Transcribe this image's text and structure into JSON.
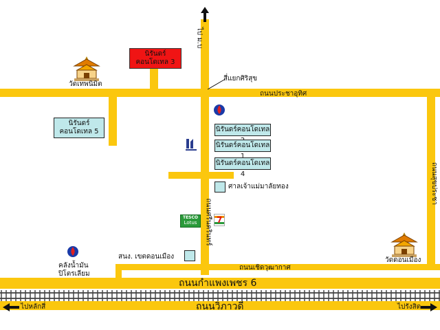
{
  "roads": {
    "north_south": "ถนนศรีนครินทร์",
    "road_top": "ถนนประชาอุทิศ",
    "road_right": "ถนนสุขประชา",
    "road_bottom_small": "ถนนเชิดวุฒากาศ",
    "road_main": "ถนนกำแพงเพชร 6",
    "road_vibhavadi": "ถนนวิภาวดี",
    "top_arrow_label": "ไป ม.บ"
  },
  "places": {
    "junction": "สี่แยกศิริสุข",
    "temple_left": "วัดเทพนิมิต",
    "temple_right": "วัดดอนเมือง",
    "condo3": [
      "นิรันดร์",
      "คอนโดเทล 3"
    ],
    "condo5": [
      "นิรันดร์",
      "คอนโดเทล 5"
    ],
    "condo2": "นิรันดร์คอนโดเทล 2",
    "condo1": "นิรันดร์คอนโดเทล 1",
    "condo4": "นิรันดร์คอนโดเทล 4",
    "shrine": "ศาลเจ้าแม่มาลัยทอง",
    "office": "สนง. เขตดอนเมือง",
    "oil_depot": [
      "คลังน้ำมัน",
      "ปิโตรเลียม"
    ],
    "tesco": [
      "TESCO",
      "Lotus"
    ],
    "seven": "7"
  },
  "directions": {
    "left": "ไปหลักสี่",
    "right": "ไปรังสิต"
  },
  "colors": {
    "road": "#fbc70e",
    "box": "#bfe8ea",
    "condo3_box": "#f01414",
    "rail": "#555555"
  },
  "icons": [
    "temple-icon",
    "gas-station-icon",
    "hotel-logo-icon",
    "tesco-lotus-icon",
    "seven-eleven-icon",
    "arrow-up-icon",
    "arrow-left-icon",
    "arrow-right-icon"
  ]
}
